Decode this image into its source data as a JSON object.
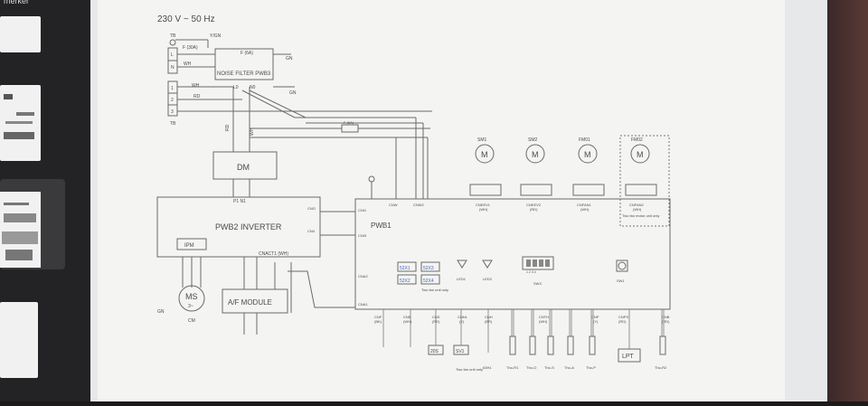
{
  "sidebar": {
    "header": "merker"
  },
  "diagram": {
    "supply": "230 V ~ 50 Hz",
    "tb_labels": [
      "TB",
      "L",
      "N",
      "1",
      "2",
      "3",
      "TB"
    ],
    "wire_yg": "Y/GN",
    "wire_wh": "WH",
    "wire_rd": "RD",
    "fuse_main": "F (30A)",
    "fuse_noise": "F (6A)",
    "fuse_small": "F (6A)",
    "noise_filter": "NOISE FILTER PWB3",
    "gn": "GN",
    "lo": "L0",
    "no": "N0",
    "dm": "DM",
    "inverter": "PWB2 INVERTER",
    "ipm": "IPM",
    "ms": "MS",
    "ms_sub": "3~",
    "cm": "CM",
    "af_module": "A/F MODULE",
    "pwb1": "PWB1",
    "p1n1": "P1   N1",
    "relays": [
      "52X1",
      "52X3",
      "52X2",
      "52X4"
    ],
    "two_fan_unit": "Two fan unit only",
    "led1": "LED1",
    "led2": "LED2",
    "sw3": "SW3",
    "sw3_nums": "1 2 3 4",
    "sw1": "SW1",
    "motors": [
      {
        "name": "SM1",
        "conn": "CNEEV1",
        "color": "(WH)"
      },
      {
        "name": "SM2",
        "conn": "CNEEV2",
        "color": "(RD)"
      },
      {
        "name": "FM01",
        "conn": "CNFAN1",
        "color": "(WH)"
      },
      {
        "name": "FM02",
        "conn": "CNFAN2",
        "color": "(WH)"
      }
    ],
    "fan_motor_note": "Two fan motor unit only",
    "motor_letter": "M",
    "left_conns": [
      "CNI1",
      "CNI3",
      "CNA2",
      "CNA1"
    ],
    "top_conns": [
      {
        "name": "CNW",
        "color": "(BK)"
      },
      {
        "name": "CNW2",
        "color": "(OR)"
      },
      {
        "name": "CNO",
        "color": "(WH)"
      },
      {
        "name": "CN4",
        "color": "(WH)"
      }
    ],
    "cnact": "CNACT1 (WH)",
    "bottom_conns": [
      {
        "name": "CNF",
        "color": "(BK)"
      },
      {
        "name": "CNB",
        "color": "(WH)"
      },
      {
        "name": "CNS",
        "color": "(RD)"
      },
      {
        "name": "CNN1",
        "color": "(Y)"
      },
      {
        "name": "CNH",
        "color": "(BR)"
      },
      {
        "name": "CNTH",
        "color": "(WH)"
      },
      {
        "name": "CNP",
        "color": "(Y)"
      },
      {
        "name": "CNPS",
        "color": "(RD)"
      },
      {
        "name": "CNB",
        "color": "(RD)"
      }
    ],
    "sensors": [
      "Tho-R1",
      "Tho-O",
      "Tho-S",
      "Tho-A",
      "Tho-P",
      "Tho-R2"
    ],
    "bottom_parts": [
      "20S",
      "SV1",
      "63H1",
      "LPT"
    ],
    "two_fan_unit_bottom": "Two fan unit only"
  }
}
